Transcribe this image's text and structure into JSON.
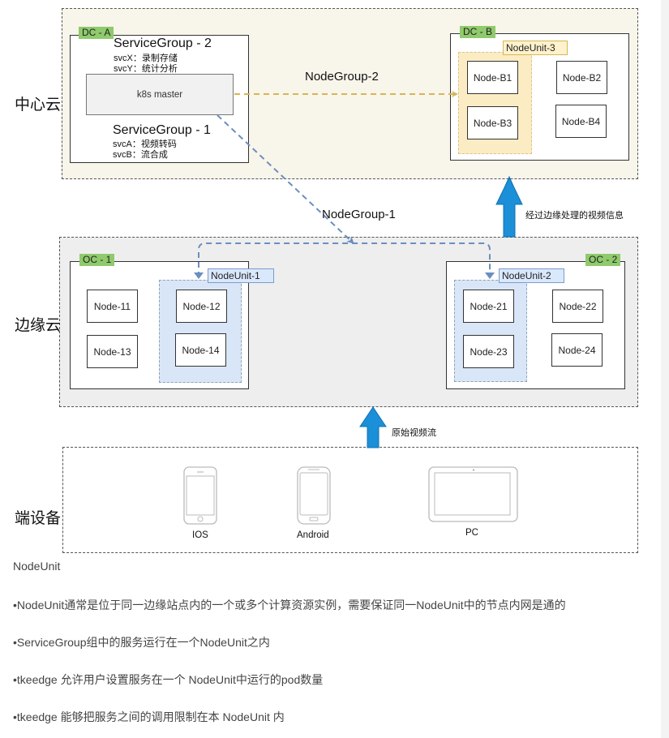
{
  "layers": {
    "center_cloud": "中心云",
    "edge_cloud": "边缘云",
    "end_devices": "端设备"
  },
  "dc_a": {
    "tag": "DC - A",
    "service_group_2": {
      "title": "ServiceGroup - 2",
      "services": [
        "svcX：录制存储",
        "svcY：统计分析"
      ]
    },
    "k8s_master": "k8s master",
    "service_group_1": {
      "title": "ServiceGroup - 1",
      "services": [
        "svcA：视频转码",
        "svcB：流合成"
      ]
    }
  },
  "dc_b": {
    "tag": "DC - B",
    "node_unit": "NodeUnit-3",
    "nodes": [
      "Node-B1",
      "Node-B2",
      "Node-B3",
      "Node-B4"
    ]
  },
  "node_groups": {
    "ng2": "NodeGroup-2",
    "ng1": "NodeGroup-1"
  },
  "oc_1": {
    "tag": "OC - 1",
    "node_unit": "NodeUnit-1",
    "nodes": [
      "Node-11",
      "Node-12",
      "Node-13",
      "Node-14"
    ]
  },
  "oc_2": {
    "tag": "OC - 2",
    "node_unit": "NodeUnit-2",
    "nodes": [
      "Node-21",
      "Node-22",
      "Node-23",
      "Node-24"
    ]
  },
  "arrows": {
    "edge_to_center": "经过边缘处理的视频信息",
    "device_to_edge": "原始视频流"
  },
  "devices": [
    {
      "label": "IOS",
      "icon": "iphone-icon"
    },
    {
      "label": "Android",
      "icon": "android-phone-icon"
    },
    {
      "label": "PC",
      "icon": "tablet-icon"
    }
  ],
  "colors": {
    "tag_green": "#8fca6c",
    "nodeunit_blue": "#dae8fc",
    "nodeunit_yellow": "#fff2cc",
    "ng1_line": "#6c8ebf",
    "ng2_line": "#d6b656",
    "arrow_blue": "#1b8fd8"
  },
  "text": {
    "heading": "NodeUnit",
    "bullets": [
      "•NodeUnit通常是位于同一边缘站点内的一个或多个计算资源实例，需要保证同一NodeUnit中的节点内网是通的",
      "•ServiceGroup组中的服务运行在一个NodeUnit之内",
      "•tkeedge 允许用户设置服务在一个 NodeUnit中运行的pod数量",
      "•tkeedge 能够把服务之间的调用限制在本 NodeUnit 内"
    ]
  }
}
